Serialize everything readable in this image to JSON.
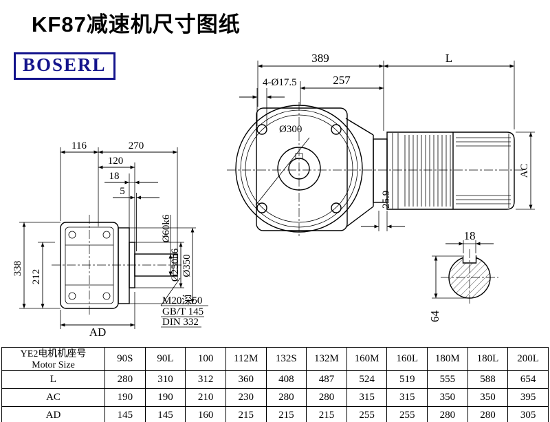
{
  "page": {
    "title": "KF87减速机尺寸图纸",
    "logo": "BOSERL"
  },
  "dims": {
    "overall_389": "389",
    "motor_L": "L",
    "d257": "257",
    "bolt_holes": "4-Ø17.5",
    "bolt_circle": "Ø300",
    "d116": "116",
    "d270": "270",
    "d120": "120",
    "d18_left": "18",
    "d5": "5",
    "d338": "338",
    "d212": "212",
    "ad": "AD",
    "shaft_dia": "Ø60k6",
    "spigot_dia": "Ø250h6",
    "flange_dia": "Ø350",
    "tap_note": "M20深50",
    "std_gb": "GB/T 145",
    "std_din": "DIN 332",
    "d25_9": "25.9",
    "ac": "AC",
    "key_width_18": "18",
    "shaft_height_64": "64"
  },
  "table": {
    "header_cn": "YE2电机机座号",
    "header_en": "Motor Size",
    "columns": [
      "90S",
      "90L",
      "100",
      "112M",
      "132S",
      "132M",
      "160M",
      "160L",
      "180M",
      "180L",
      "200L"
    ],
    "rows": [
      {
        "label": "L",
        "values": [
          "280",
          "310",
          "312",
          "360",
          "408",
          "487",
          "524",
          "519",
          "555",
          "588",
          "654"
        ]
      },
      {
        "label": "AC",
        "values": [
          "190",
          "190",
          "210",
          "230",
          "280",
          "280",
          "315",
          "315",
          "350",
          "350",
          "395"
        ]
      },
      {
        "label": "AD",
        "values": [
          "145",
          "145",
          "160",
          "215",
          "215",
          "215",
          "255",
          "255",
          "280",
          "280",
          "305"
        ]
      }
    ]
  }
}
